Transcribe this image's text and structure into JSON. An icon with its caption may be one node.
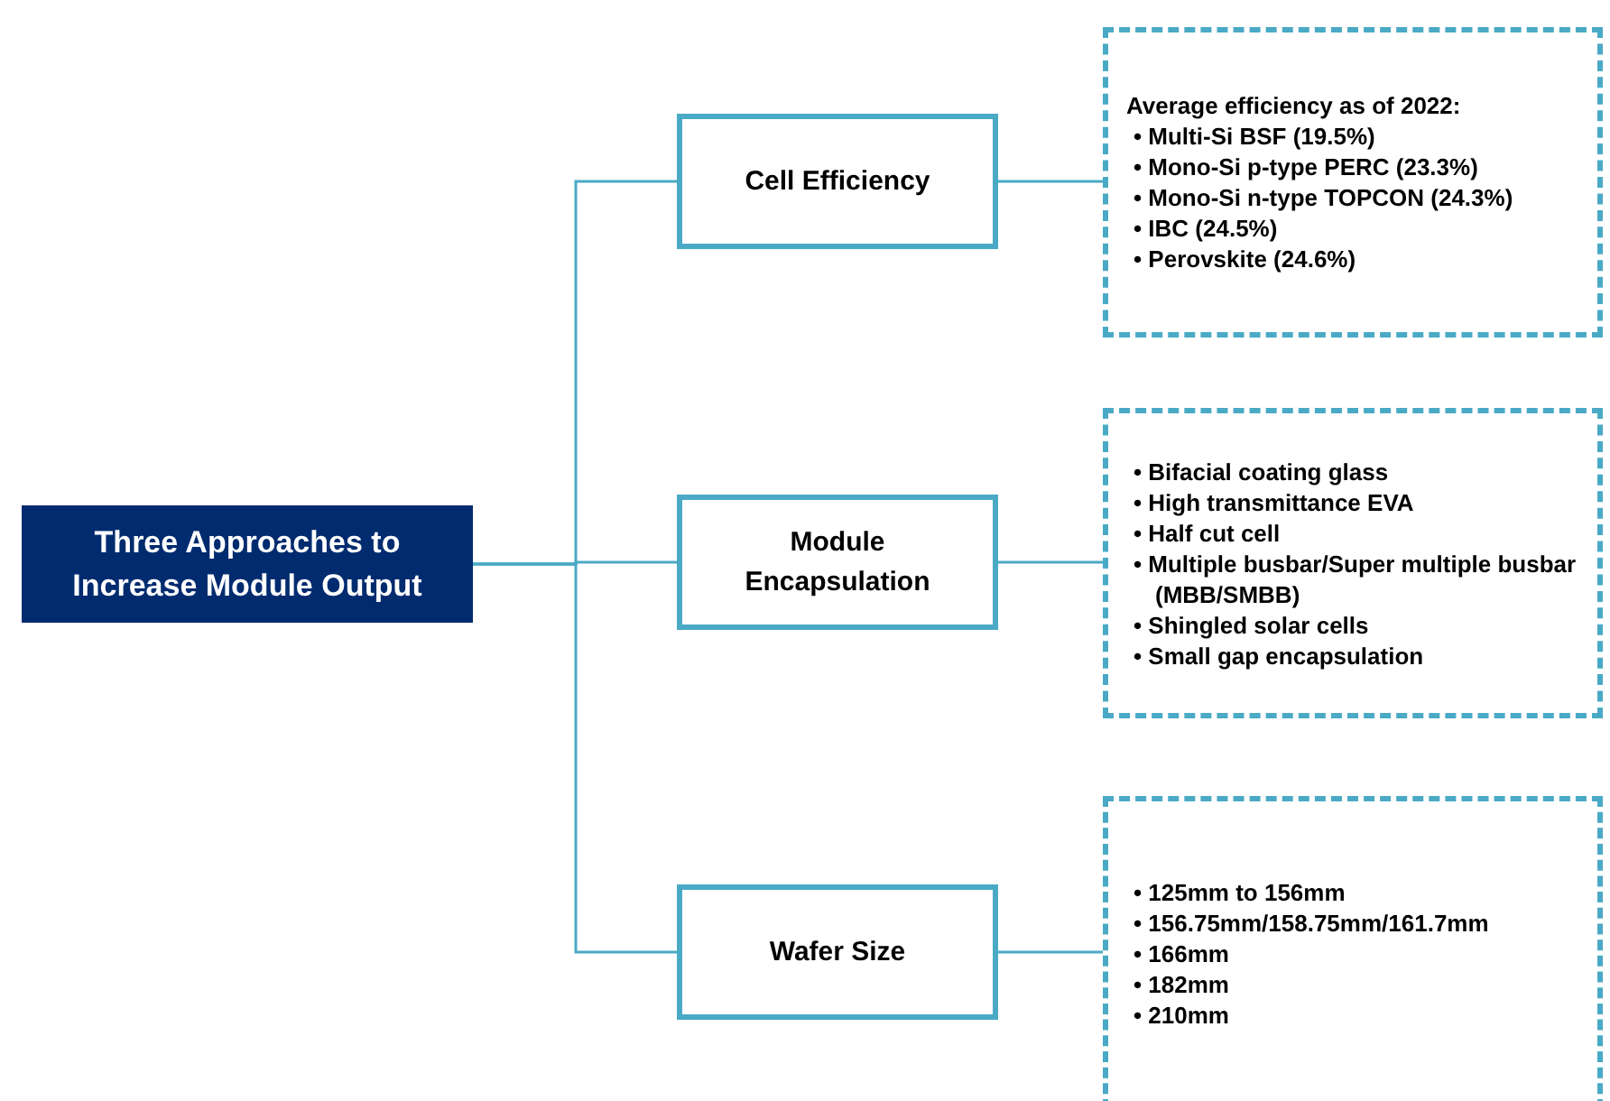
{
  "diagram": {
    "nodes": [
      {
        "text": [
          "Three Approaches to Increase Module Output"
        ]
      },
      {
        "text": [
          "Cell Efficiency"
        ]
      },
      {
        "text": [
          "Module Encapsulation"
        ]
      },
      {
        "text": [
          "Wafer Size"
        ]
      },
      {
        "text": [
          "Average efficiency as of 2022:",
          "• Multi-Si BSF (19.5%)",
          "• Mono-Si p-type PERC (23.3%)",
          "• Mono-Si n-type TOPCON (24.3%)",
          "• IBC (24.5%)",
          "• Perovskite (24.6%)"
        ]
      },
      {
        "text": [
          "• Bifacial coating glass",
          "• High transmittance EVA",
          "• Half cut cell",
          "• Multiple busbar/Super multiple busbar (MBB/SMBB)",
          "• Shingled solar cells",
          "• Small gap encapsulation"
        ]
      },
      {
        "text": [
          "• 125mm to 156mm",
          "• 156.75mm/158.75mm/161.7mm",
          "• 166mm",
          "• 182mm",
          "• 210mm"
        ]
      }
    ],
    "edges": [
      {
        "from": 0,
        "to": 1,
        "arrow": "none"
      },
      {
        "from": 0,
        "to": 2,
        "arrow": "none"
      },
      {
        "from": 0,
        "to": 3,
        "arrow": "none"
      },
      {
        "from": 1,
        "to": 4,
        "arrow": "none"
      },
      {
        "from": 2,
        "to": 5,
        "arrow": "none"
      },
      {
        "from": 3,
        "to": 6,
        "arrow": "none"
      }
    ]
  }
}
